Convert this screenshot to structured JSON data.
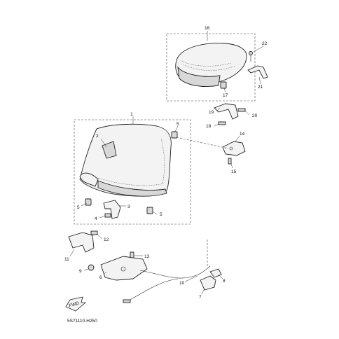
{
  "diagram": {
    "code": "5S71110-H250",
    "fwd_label": "FWD",
    "callouts": [
      "1",
      "2",
      "3",
      "4",
      "5",
      "5",
      "5",
      "6",
      "7",
      "8",
      "9",
      "10",
      "11",
      "12",
      "13",
      "14",
      "15",
      "16",
      "17",
      "18",
      "19",
      "20",
      "21",
      "22"
    ]
  }
}
